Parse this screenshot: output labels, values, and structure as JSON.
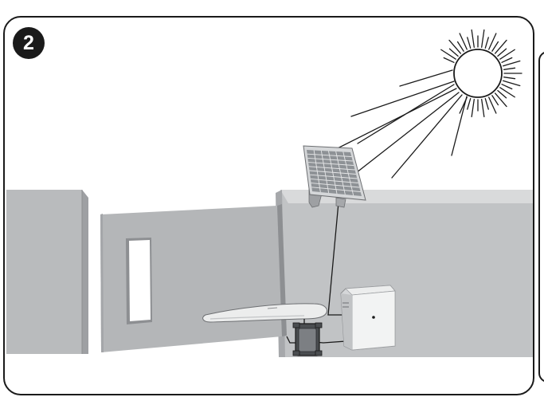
{
  "figure": {
    "step_number": "2",
    "colors": {
      "wall_face": "#b9bbbd",
      "wall_top": "#d9dadb",
      "wall_dark": "#9ea0a3",
      "gate_face": "#b4b6b8",
      "gate_edge": "#8d8f92",
      "panel_frame": "#d5d7d9",
      "panel_cells": "#8e9296",
      "cable": "#1a1a1a",
      "outline": "#1a1a1a",
      "sun_rays": "#1a1a1a"
    },
    "components": [
      "sun-icon",
      "solar-panel",
      "wall",
      "swing-gate",
      "gate-opener-arm",
      "control-unit-box",
      "battery-box"
    ]
  }
}
